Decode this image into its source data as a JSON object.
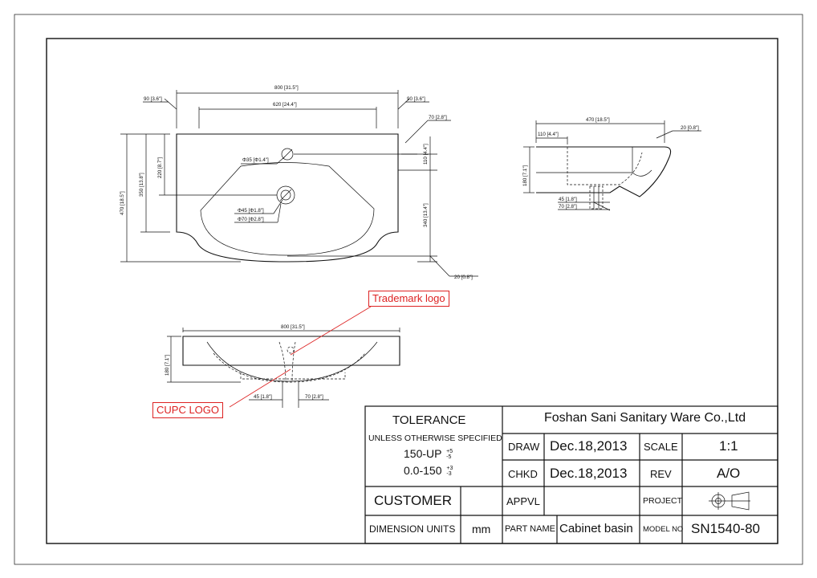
{
  "title_block": {
    "tolerance_heading": "TOLERANCE",
    "unless_text": "UNLESS OTHERWISE SPECIFIED",
    "tol_row1_range": "150-UP",
    "tol_row1_plus": "+5",
    "tol_row1_minus": "-5",
    "tol_row2_range": "0.0-150",
    "tol_row2_plus": "+3",
    "tol_row2_minus": "-3",
    "company": "Foshan Sani Sanitary Ware Co.,Ltd",
    "draw_label": "DRAW",
    "draw_date": "Dec.18,2013",
    "scale_label": "SCALE",
    "scale_value": "1:1",
    "chkd_label": "CHKD",
    "chkd_date": "Dec.18,2013",
    "rev_label": "REV",
    "rev_value": "A/O",
    "customer_label": "CUSTOMER",
    "appvl_label": "APPVL",
    "project_label": "PROJECT",
    "dim_units_label": "DIMENSION UNITS",
    "dim_units_value": "mm",
    "part_name_label": "PART NAME",
    "part_name_value": "Cabinet basin",
    "model_no_label": "MODEL NO",
    "model_no_value": "SN1540-80"
  },
  "callouts": {
    "trademark": "Trademark logo",
    "cupc": "CUPC LOGO"
  },
  "dimensions": {
    "top_800": "800 [31.5\"]",
    "top_620": "620 [24.4\"]",
    "left_90": "90 [3.6\"]",
    "right_90": "90 [3.6\"]",
    "right_70": "70 [2.8\"]",
    "hole_35": "Φ35 [Φ1.4\"]",
    "drain_45": "Φ45 [Φ1.8\"]",
    "drain_70": "Φ70 [Φ2.8\"]",
    "v_470": "470 [18.5\"]",
    "v_350": "350 [13.8\"]",
    "v_220": "220 [8.7\"]",
    "v_110": "110 [4.4\"]",
    "v_340": "340 [13.4\"]",
    "bottom_20": "20 [0.8\"]",
    "side_470": "470 [18.5\"]",
    "side_20": "20 [0.8\"]",
    "side_110": "110 [4.4\"]",
    "side_180": "180 [7.1\"]",
    "side_45": "45 [1.8\"]",
    "side_70": "70 [2.8\"]",
    "front_800": "800 [31.5\"]",
    "front_180": "180 [7.1\"]",
    "front_45": "45 [1.8\"]",
    "front_70": "70 [2.8\"]"
  }
}
